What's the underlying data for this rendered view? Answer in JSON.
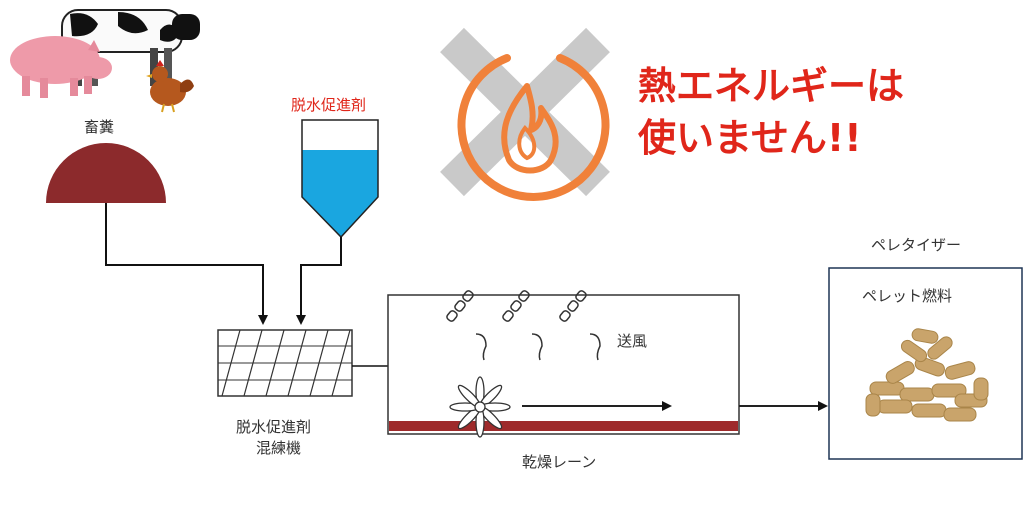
{
  "labels": {
    "manure": "畜糞",
    "dehydration_agent": "脱水促進剤",
    "mixer_line1": "脱水促進剤",
    "mixer_line2": "混練機",
    "drying_lane": "乾燥レーン",
    "air_blow": "送風",
    "pelletizer": "ペレタイザー",
    "pellet_fuel": "ペレット燃料"
  },
  "message": {
    "line1": "熱エネルギーは",
    "line2": "使いません!!"
  },
  "colors": {
    "dome": "#8c2a2c",
    "belt": "#9e2a2b",
    "tank_liquid": "#1aa6e0",
    "no_heat_cross": "#c9c9c9",
    "flame": "#f0813a",
    "message": "#e0261a",
    "box_border": "#1f3555",
    "pellet": "#c9a46b"
  },
  "icons": [
    "cow-icon",
    "pig-icon",
    "chicken-icon",
    "flame-icon",
    "fan-icon",
    "bacteria-icon",
    "pellet-pile-icon"
  ]
}
